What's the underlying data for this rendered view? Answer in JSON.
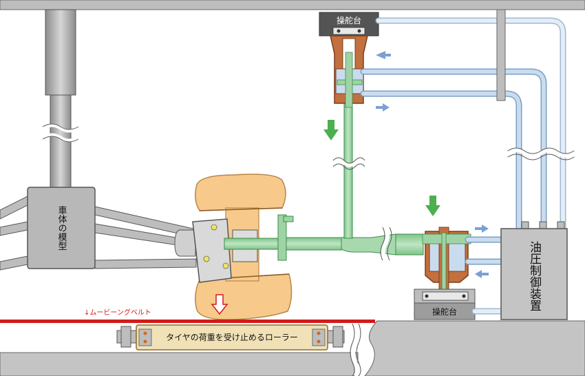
{
  "labels": {
    "steering_stand_top": "操舵台",
    "steering_stand_bottom": "操舵台",
    "body_model": "車体の模型",
    "hydraulic_controller": "油圧制御装置",
    "moving_belt": "↓ムービーングベルト",
    "roller": "タイヤの荷重を受け止めるローラー"
  },
  "colors": {
    "frame_gray": "#bdbdbd",
    "oil_blue": "#c9dcef",
    "piston_green": "#9fd3a5",
    "cylinder_brown": "#c2703f",
    "tire_orange": "#f7c98a",
    "belt_red": "#d21a1a",
    "roller_beige": "#f1e1b6",
    "arrow_green": "#4caf50",
    "arrow_blue": "#7aa0d6"
  }
}
